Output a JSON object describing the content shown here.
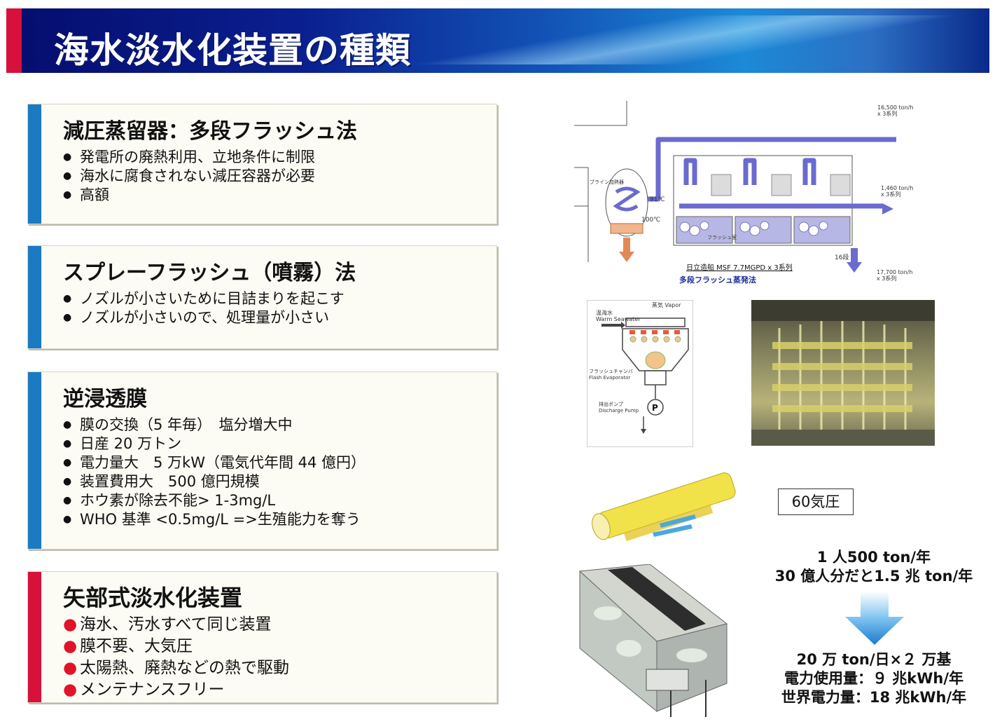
{
  "title": "海水淡水化装置の種類",
  "panels": [
    {
      "heading": "減圧蒸留器：多段フラッシュ法",
      "bullets": [
        "発電所の廃熱利用、立地条件に制限",
        "海水に腐食されない減圧容器が必要",
        "高額"
      ]
    },
    {
      "heading": "スプレーフラッシュ（噴霧）法",
      "bullets": [
        "ノズルが小さいために目詰まりを起こす",
        "ノズルが小さいので、処理量が小さい"
      ]
    },
    {
      "heading": "逆浸透膜",
      "bullets": [
        "膜の交換（5 年毎）　塩分増大中",
        "日産 20 万トン",
        "電力量大　5 万kW（電気代年間 44 億円）",
        "装置費用大　500 億円規模",
        "ホウ素が除去不能> 1-3mg/L",
        "WHO 基準 <0.5mg/L =>生殖能力を奪う"
      ]
    },
    {
      "heading": "矢部式淡水化装置",
      "bullets": [
        "海水、汚水すべて同じ装置",
        "膜不要、大気圧",
        "太陽熱、廃熱などの熱で駆動",
        "メンテナンスフリー"
      ]
    }
  ],
  "msf_diagram": {
    "caption1": "日立造船 MSF 7.7MGPD x 3系列",
    "caption2": "多段フラッシュ蒸発法",
    "label_top_flow": "16,500 ton/h",
    "label_top_series": "x 3系列",
    "label_mid_flow": "1,460 ton/h",
    "label_mid_series": "x 3系列",
    "label_bot_flow": "17,700 ton/h",
    "label_bot_series": "x 3系列",
    "label_temp1": "91℃",
    "label_temp2": "100℃",
    "label_stage": "16段",
    "label_brine": "ブライン加熱器",
    "label_flash_chamber": "フラッシュ室"
  },
  "flash_diagram": {
    "vapor": "蒸気 Vapor",
    "seawater": "温海水",
    "seawater_en": "Warm Seawater",
    "evaporator": "フラッシュチャンバ",
    "evaporator_en": "Flash Evaporator",
    "pump": "排出ポンプ",
    "pump_en": "Discharge Pump",
    "pump_symbol": "P"
  },
  "pressure_label": "60気圧",
  "stats_top": [
    "1 人500 ton/年",
    "30 億人分だと1.5 兆 ton/年"
  ],
  "stats_bottom": [
    "20 万 ton/日×２ 万基",
    "電力使用量：９ 兆kWh/年",
    "世界電力量：18 兆kWh/年"
  ]
}
